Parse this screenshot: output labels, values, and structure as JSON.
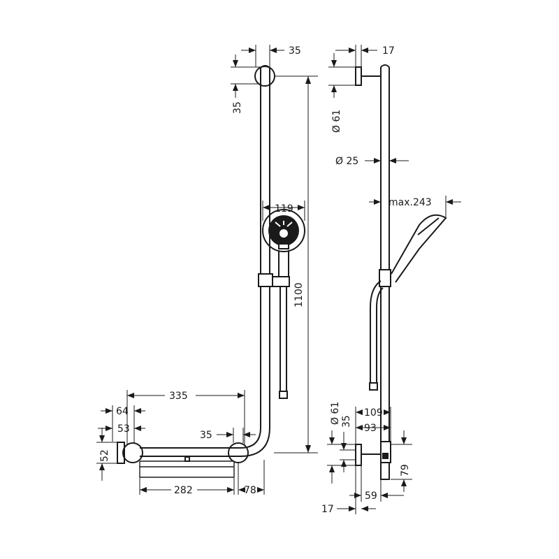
{
  "front_view": {
    "width_top_bracket": "35",
    "height_top_bracket": "35",
    "rail_height": "1100",
    "shower_head_diameter": "119",
    "grab_bar_length": "335",
    "wall_offset_left": "64",
    "bracket_width": "53",
    "bracket_height": "52",
    "corner_bracket": "35",
    "bar_between_brackets": "282",
    "corner_offset": "78"
  },
  "side_view": {
    "top_depth": "17",
    "top_bracket_diameter": "Ø 61",
    "rail_diameter": "Ø 25",
    "max_projection": "max.243",
    "bottom_bracket_diameter": "Ø 61",
    "bottom_bracket_height": "35",
    "projection_109": "109",
    "projection_93": "93",
    "bottom_height": "79",
    "bottom_depth_59": "59",
    "bottom_depth_17": "17"
  }
}
